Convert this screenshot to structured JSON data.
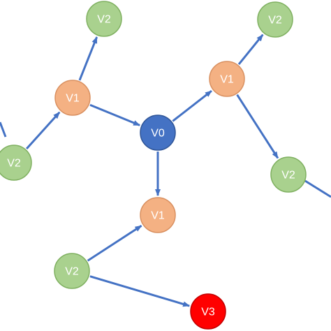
{
  "colors": {
    "edge": "#4472c4",
    "v0_fill": "#4472c4",
    "v0_stroke": "#2f5597",
    "v1_fill": "#f4b183",
    "v1_stroke": "#d99060",
    "v2_fill": "#a9d18e",
    "v2_stroke": "#7fb060",
    "v3_fill": "#ff0000",
    "v3_stroke": "#c00000",
    "label_dark": "#ffffff",
    "label_light": "#ffffff"
  },
  "nodes": [
    {
      "id": "v0",
      "label": "V0",
      "kind": "v0"
    },
    {
      "id": "v1-a",
      "label": "V1",
      "kind": "v1"
    },
    {
      "id": "v1-b",
      "label": "V1",
      "kind": "v1"
    },
    {
      "id": "v1-c",
      "label": "V1",
      "kind": "v1"
    },
    {
      "id": "v2-a",
      "label": "V2",
      "kind": "v2"
    },
    {
      "id": "v2-b",
      "label": "V2",
      "kind": "v2"
    },
    {
      "id": "v2-c",
      "label": "V2",
      "kind": "v2"
    },
    {
      "id": "v2-d",
      "label": "V2",
      "kind": "v2"
    },
    {
      "id": "v2-e",
      "label": "V2",
      "kind": "v2"
    },
    {
      "id": "v3",
      "label": "V3",
      "kind": "v3"
    }
  ],
  "edges": [
    {
      "from": "v1-a",
      "to": "v0"
    },
    {
      "from": "v0",
      "to": "v1-b"
    },
    {
      "from": "v0",
      "to": "v1-c"
    },
    {
      "from": "v2-b",
      "to": "v1-a"
    },
    {
      "from": "v1-a",
      "to": "v2-a"
    },
    {
      "from": "v1-b",
      "to": "v2-c"
    },
    {
      "from": "v1-b",
      "to": "v2-d"
    },
    {
      "from": "v2-e",
      "to": "v1-c"
    },
    {
      "from": "v2-e",
      "to": "v3"
    }
  ]
}
